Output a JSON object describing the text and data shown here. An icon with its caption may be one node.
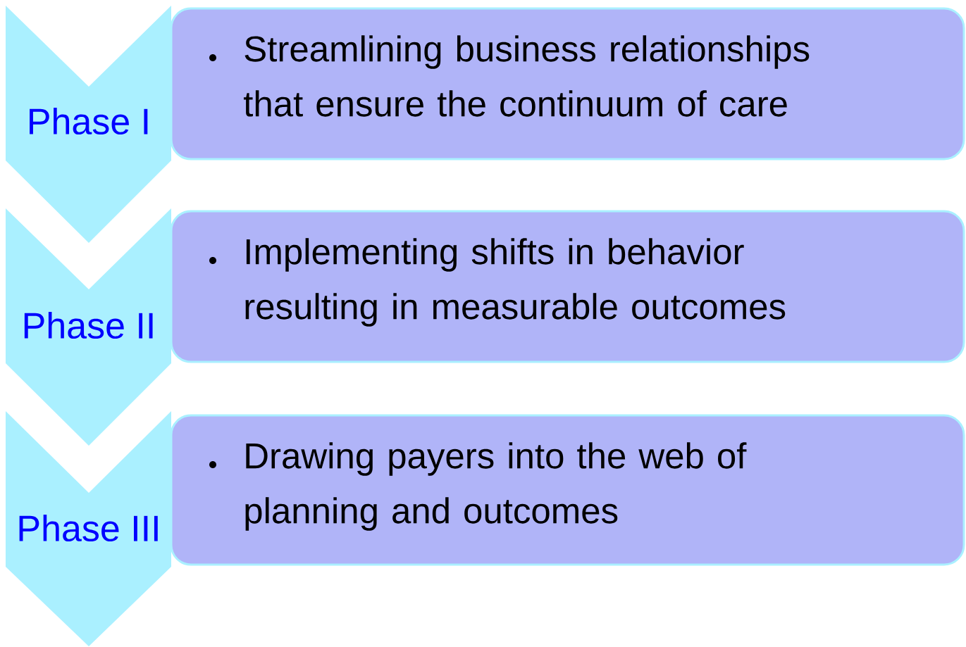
{
  "diagram": {
    "nodes": [
      {
        "text": [
          "Phase I"
        ]
      },
      {
        "text": [
          "Streamlining business relationships that ensure the continuum of care"
        ]
      },
      {
        "text": [
          "Phase II"
        ]
      },
      {
        "text": [
          "Implementing shifts in behavior resulting in measurable outcomes"
        ]
      },
      {
        "text": [
          "Phase III"
        ]
      },
      {
        "text": [
          "Drawing payers into the web of planning and outcomes"
        ]
      }
    ]
  }
}
